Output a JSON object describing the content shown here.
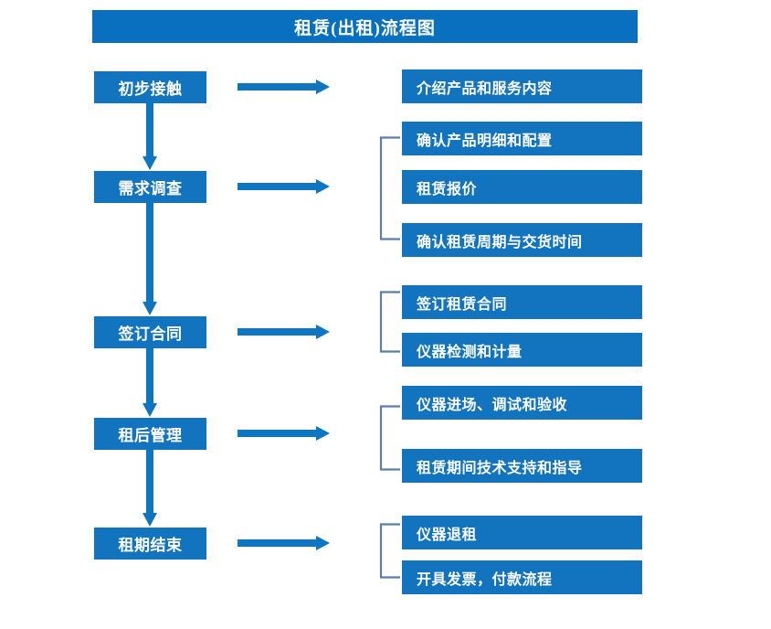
{
  "title": "租赁(出租)流程图",
  "colors": {
    "banner": "#0870BE",
    "box": "#1273BE",
    "arrow": "#0E76C0",
    "bracket": "#5B7FA8",
    "text": "#FFFFFF",
    "background": "#FFFFFF"
  },
  "stages": [
    {
      "label": "初步接触"
    },
    {
      "label": "需求调查"
    },
    {
      "label": "签订合同"
    },
    {
      "label": "租后管理"
    },
    {
      "label": "租期结束"
    }
  ],
  "details": [
    {
      "label": "介绍产品和服务内容"
    },
    {
      "label": "确认产品明细和配置"
    },
    {
      "label": "租赁报价"
    },
    {
      "label": "确认租赁周期与交货时间"
    },
    {
      "label": "签订租赁合同"
    },
    {
      "label": "仪器检测和计量"
    },
    {
      "label": "仪器进场、调试和验收"
    },
    {
      "label": "租赁期间技术支持和指导"
    },
    {
      "label": "仪器退租"
    },
    {
      "label": "开具发票，付款流程"
    }
  ],
  "groups": [
    {
      "stage": "初步接触",
      "details": [
        "介绍产品和服务内容"
      ],
      "bracket": false
    },
    {
      "stage": "需求调查",
      "details": [
        "确认产品明细和配置",
        "租赁报价",
        "确认租赁周期与交货时间"
      ],
      "bracket": true
    },
    {
      "stage": "签订合同",
      "details": [
        "签订租赁合同",
        "仪器检测和计量"
      ],
      "bracket": true
    },
    {
      "stage": "租后管理",
      "details": [
        "仪器进场、调试和验收",
        "租赁期间技术支持和指导"
      ],
      "bracket": true
    },
    {
      "stage": "租期结束",
      "details": [
        "仪器退租",
        "开具发票，付款流程"
      ],
      "bracket": true
    }
  ],
  "connectors": {
    "horizontal_arrow_count": 5,
    "vertical_arrow_count": 4,
    "bracket_count": 4
  }
}
